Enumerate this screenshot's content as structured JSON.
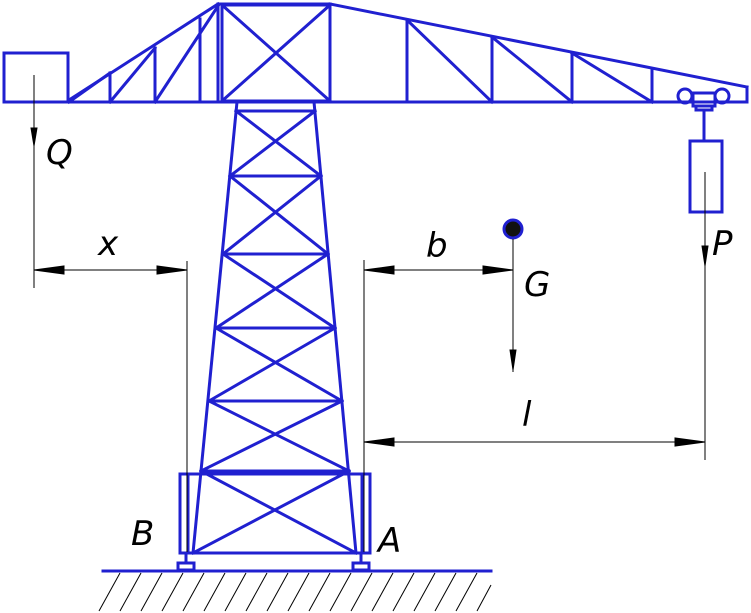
{
  "labels": {
    "Q": "Q",
    "x": "x",
    "b": "b",
    "G": "G",
    "P": "P",
    "l": "l",
    "A": "A",
    "B": "B"
  },
  "colors": {
    "structure": "#2020d0",
    "dimension": "#000000",
    "background": "#ffffff"
  }
}
